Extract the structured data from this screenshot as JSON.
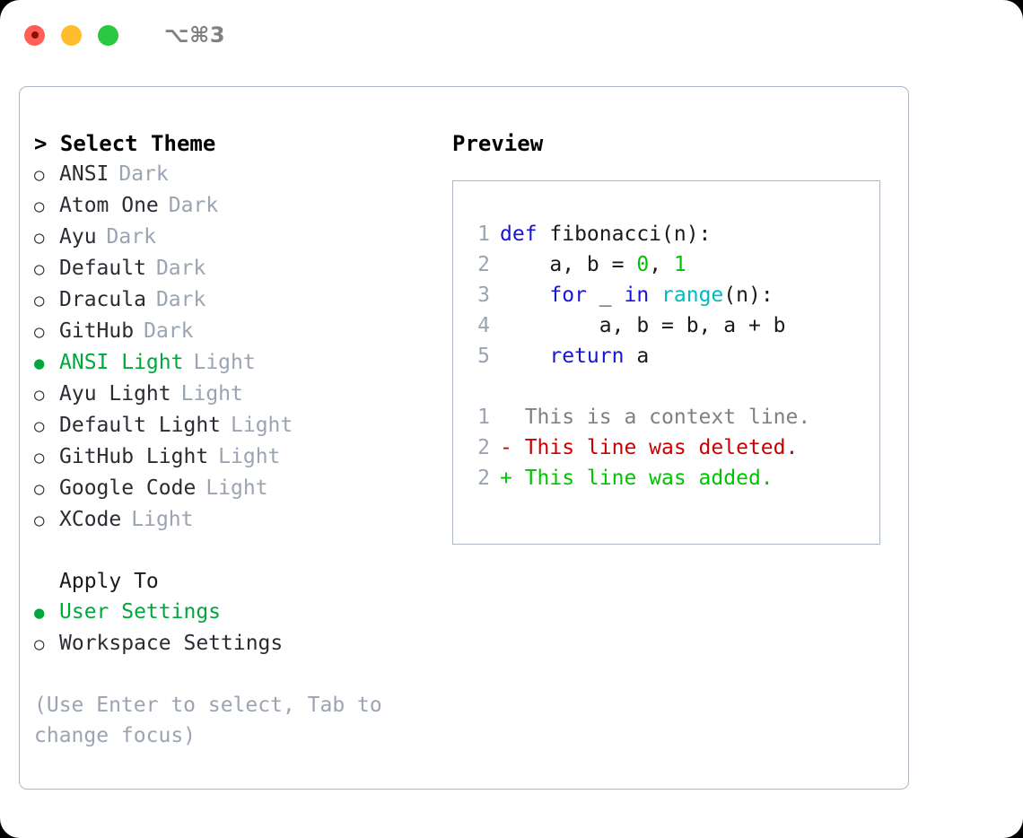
{
  "window": {
    "shortcut_label": "⌥⌘3",
    "traffic_lights": [
      "close",
      "minimize",
      "zoom"
    ]
  },
  "theme_selector": {
    "header": "> Select Theme",
    "items": [
      {
        "marker": "○",
        "name": "ANSI",
        "suffix": "Dark",
        "selected": false
      },
      {
        "marker": "○",
        "name": "Atom One",
        "suffix": "Dark",
        "selected": false
      },
      {
        "marker": "○",
        "name": "Ayu",
        "suffix": "Dark",
        "selected": false
      },
      {
        "marker": "○",
        "name": "Default",
        "suffix": "Dark",
        "selected": false
      },
      {
        "marker": "○",
        "name": "Dracula",
        "suffix": "Dark",
        "selected": false
      },
      {
        "marker": "○",
        "name": "GitHub",
        "suffix": "Dark",
        "selected": false
      },
      {
        "marker": "●",
        "name": "ANSI Light",
        "suffix": "Light",
        "selected": true
      },
      {
        "marker": "○",
        "name": "Ayu Light",
        "suffix": "Light",
        "selected": false
      },
      {
        "marker": "○",
        "name": "Default Light",
        "suffix": "Light",
        "selected": false
      },
      {
        "marker": "○",
        "name": "GitHub Light",
        "suffix": "Light",
        "selected": false
      },
      {
        "marker": "○",
        "name": "Google Code",
        "suffix": "Light",
        "selected": false
      },
      {
        "marker": "○",
        "name": "XCode",
        "suffix": "Light",
        "selected": false
      }
    ]
  },
  "apply_to": {
    "header": "Apply To",
    "items": [
      {
        "marker": "●",
        "name": "User Settings",
        "selected": true
      },
      {
        "marker": "○",
        "name": "Workspace Settings",
        "selected": false
      }
    ]
  },
  "hint": "(Use Enter to select, Tab to change focus)",
  "preview": {
    "title": "Preview",
    "code_lines": [
      {
        "no": "1",
        "tokens": [
          {
            "t": "def",
            "c": "kw"
          },
          {
            "t": " fibonacci(n):",
            "c": "plain"
          }
        ]
      },
      {
        "no": "2",
        "tokens": [
          {
            "t": "    a, b = ",
            "c": "plain"
          },
          {
            "t": "0",
            "c": "num"
          },
          {
            "t": ", ",
            "c": "plain"
          },
          {
            "t": "1",
            "c": "num"
          }
        ]
      },
      {
        "no": "3",
        "tokens": [
          {
            "t": "    ",
            "c": "plain"
          },
          {
            "t": "for",
            "c": "kw"
          },
          {
            "t": " _ ",
            "c": "plain"
          },
          {
            "t": "in",
            "c": "kw"
          },
          {
            "t": " ",
            "c": "plain"
          },
          {
            "t": "range",
            "c": "fn"
          },
          {
            "t": "(n):",
            "c": "plain"
          }
        ]
      },
      {
        "no": "4",
        "tokens": [
          {
            "t": "        a, b = b, a + b",
            "c": "plain"
          }
        ]
      },
      {
        "no": "5",
        "tokens": [
          {
            "t": "    ",
            "c": "plain"
          },
          {
            "t": "return",
            "c": "kw"
          },
          {
            "t": " a",
            "c": "plain"
          }
        ]
      }
    ],
    "diff_lines": [
      {
        "no": "1",
        "text": "  This is a context line.",
        "kind": "ctx"
      },
      {
        "no": "2",
        "text": "- This line was deleted.",
        "kind": "del"
      },
      {
        "no": "2",
        "text": "+ This line was added.",
        "kind": "add"
      }
    ]
  },
  "colors": {
    "accent_green": "#00a83c",
    "keyword_blue": "#1515d6",
    "function_cyan": "#00b9c4",
    "number_green": "#00c400",
    "diff_delete_red": "#cc0000",
    "diff_add_green": "#00c400",
    "muted_gray": "#9aa4b2",
    "border_gray": "#aeb7c4"
  }
}
